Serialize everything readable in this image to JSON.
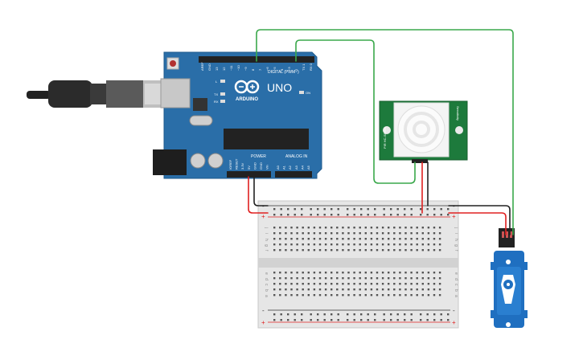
{
  "arduino": {
    "model_label": "UNO",
    "brand_label": "ARDUINO",
    "digital_label": "DIGITAL (PWM~)",
    "power_label": "POWER",
    "analog_label": "ANALOG IN",
    "on_label": "ON",
    "tx_label": "TX",
    "rx_label": "RX",
    "l_label": "L",
    "digital_pins": [
      "AREF",
      "GND",
      "13",
      "12",
      "~11",
      "~10",
      "~9",
      "8",
      "7",
      "~6",
      "~5",
      "4",
      "~3",
      "2",
      "TX 1",
      "RX 0"
    ],
    "power_pins": [
      "IOREF",
      "RESET",
      "3.3V",
      "5V",
      "GND",
      "GND",
      "Vin"
    ],
    "analog_pins": [
      "A0",
      "A1",
      "A2",
      "A3",
      "A4",
      "A5"
    ]
  },
  "pir_sensor": {
    "label_left": "PIR HC-SR501",
    "label_right": "Sensitivity"
  },
  "breadboard": {
    "row_letters_top": [
      "j",
      "i",
      "h",
      "g",
      "f"
    ],
    "row_letters_bottom": [
      "e",
      "d",
      "c",
      "b",
      "a"
    ],
    "plus_label": "+",
    "minus_label": "-"
  },
  "colors": {
    "board_blue": "#2a6ea8",
    "wire_green": "#3aa84b",
    "wire_red": "#e02020",
    "wire_black": "#222222",
    "servo_blue": "#1f6fc0",
    "pir_green": "#1d7a3c"
  }
}
